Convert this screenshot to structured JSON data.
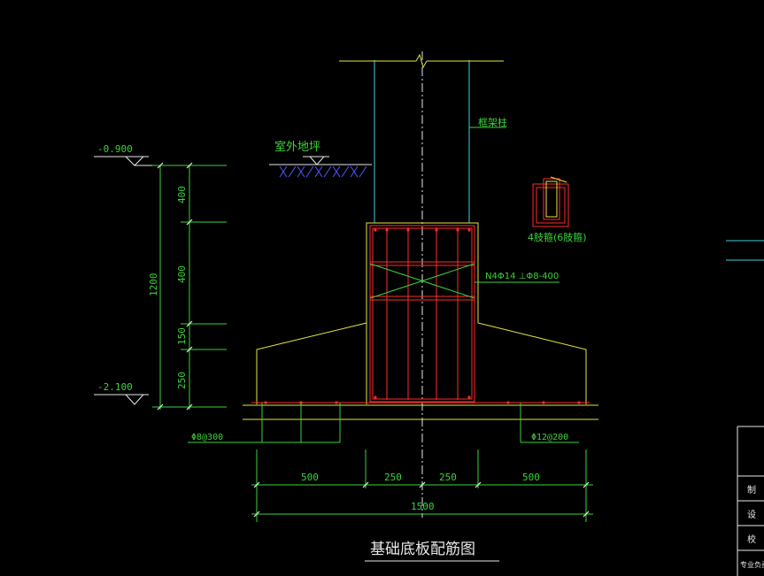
{
  "drawing": {
    "title": "基础底板配筋图",
    "levels": {
      "top": "-0.900",
      "bottom": "-2.100"
    },
    "labels": {
      "ground": "室外地坪",
      "column": "框架柱",
      "stirrup_note": "4肢箍(6肢箍)",
      "column_rebar": "N4Φ14 ⊥Φ8-400",
      "slab_left_rebar": "Φ8@300",
      "slab_right_rebar": "Φ12@200"
    },
    "vertical_dims": {
      "total": "1200",
      "d1": "400",
      "d2": "400",
      "d3": "150",
      "d4": "250"
    },
    "horizontal_dims": {
      "d1": "500",
      "d2": "250",
      "d3": "250",
      "d4": "500",
      "total": "1500"
    },
    "title_block": {
      "r1": "制",
      "r2": "设",
      "r3": "校",
      "r4": "专业负责"
    }
  }
}
